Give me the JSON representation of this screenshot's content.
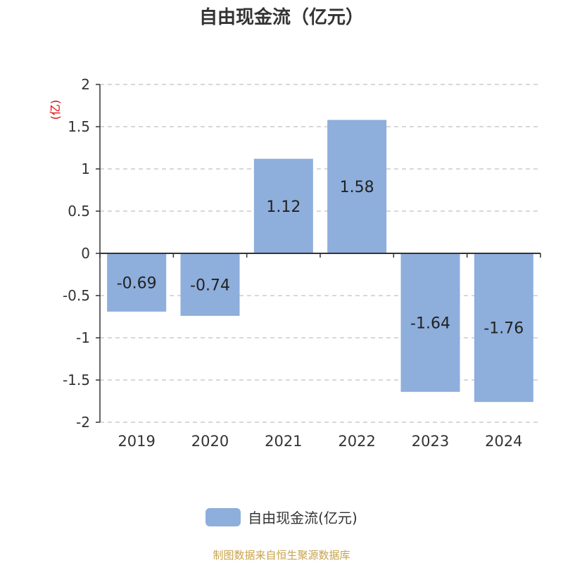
{
  "title": "自由现金流（亿元）",
  "source_note": "制图数据来自恒生聚源数据库",
  "colors": {
    "bar": "#8eaedb",
    "axis": "#333333",
    "grid": "#cccccc",
    "unit_label": "#e00000",
    "source": "#c8a34a"
  },
  "chart_data": {
    "type": "bar",
    "title": "自由现金流（亿元）",
    "ylabel": "(亿)",
    "ylim": [
      -2,
      2
    ],
    "yticks": [
      2,
      1.5,
      1,
      0.5,
      0,
      -0.5,
      -1,
      -1.5,
      -2
    ],
    "ytick_labels": [
      "2",
      "1.5",
      "1",
      "0.5",
      "0",
      "-0.5",
      "-1",
      "-1.5",
      "-2"
    ],
    "categories": [
      "2019",
      "2020",
      "2021",
      "2022",
      "2023",
      "2024"
    ],
    "series": [
      {
        "name": "自由现金流(亿元)",
        "values": [
          -0.69,
          -0.74,
          1.12,
          1.58,
          -1.64,
          -1.76
        ],
        "labels": [
          "-0.69",
          "-0.74",
          "1.12",
          "1.58",
          "-1.64",
          "-1.76"
        ]
      }
    ],
    "grid": true,
    "legend_position": "bottom"
  }
}
